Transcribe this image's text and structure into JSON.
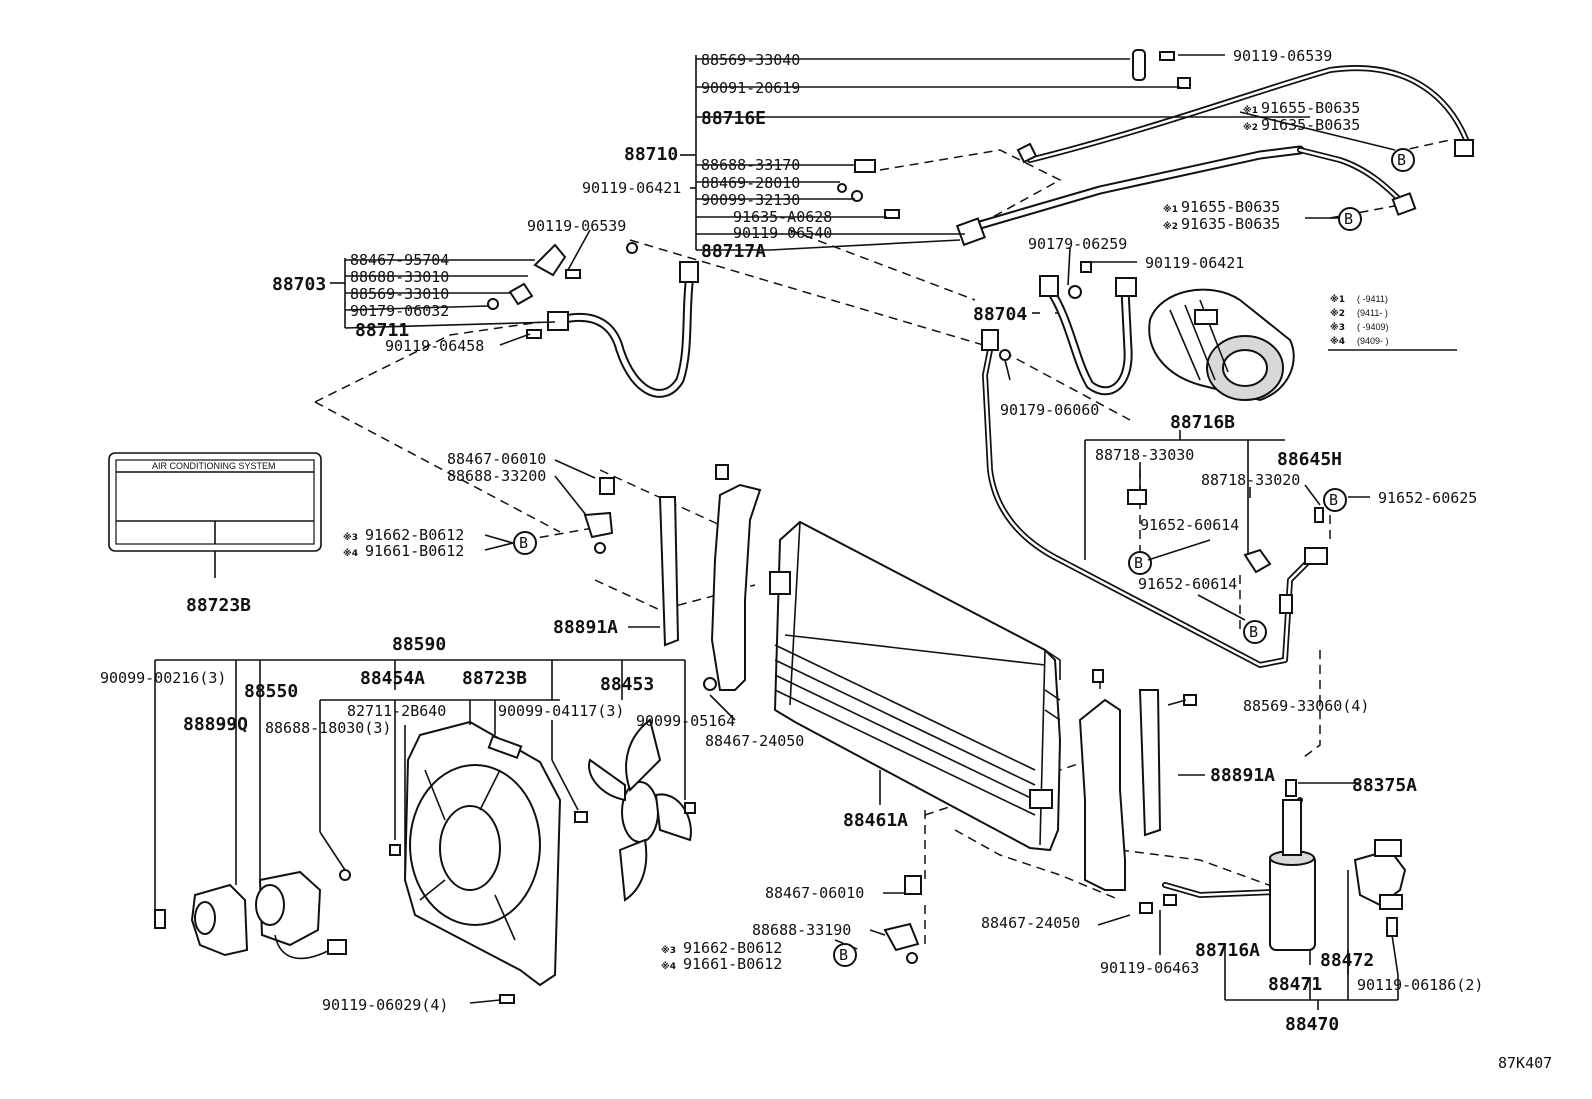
{
  "diagram_code": "87K407",
  "label_title": "AIR CONDITIONING SYSTEM",
  "circle_symbol": "B",
  "refs": {
    "r1": "※1",
    "r2": "※2",
    "r3": "※3",
    "r4": "※4"
  },
  "legend": {
    "rows": [
      {
        "key": "※1",
        "range": "(      -9411)"
      },
      {
        "key": "※2",
        "range": "(9411-      )"
      },
      {
        "key": "※3",
        "range": "(      -9409)"
      },
      {
        "key": "※4",
        "range": "(9409-      )"
      }
    ]
  },
  "parts": {
    "p88569_33040": "88569-33040",
    "p90091_20619": "90091-20619",
    "p88716E": "88716E",
    "p88710": "88710",
    "p88688_33170": "88688-33170",
    "p88469_28010": "88469-28010",
    "p90099_32130": "90099-32130",
    "p91635_A0628": "91635-A0628",
    "p90119_06540": "90119-06540",
    "p88717A": "88717A",
    "p90119_06421_a": "90119-06421",
    "p90119_06539_a": "90119-06539",
    "p90119_06539_b": "90119-06539",
    "p91655_B0635_a": "91655-B0635",
    "p91635_B0635_a": "91635-B0635",
    "p91655_B0635_b": "91655-B0635",
    "p91635_B0635_b": "91635-B0635",
    "p90179_06259": "90179-06259",
    "p90119_06421_b": "90119-06421",
    "p88703": "88703",
    "p88467_95704": "88467-95704",
    "p88688_33010": "88688-33010",
    "p88569_33010": "88569-33010",
    "p90179_06032": "90179-06032",
    "p88711": "88711",
    "p90119_06458": "90119-06458",
    "p88704": "88704",
    "p90179_06060": "90179-06060",
    "p88716B": "88716B",
    "p88718_33030": "88718-33030",
    "p88645H": "88645H",
    "p88718_33020": "88718-33020",
    "p91652_60625": "91652-60625",
    "p91652_60614_a": "91652-60614",
    "p91652_60614_b": "91652-60614",
    "p88467_06010_a": "88467-06010",
    "p88688_33200": "88688-33200",
    "p91662_B0612_a": "91662-B0612",
    "p91661_B0612_a": "91661-B0612",
    "p88723B_a": "88723B",
    "p88891A_a": "88891A",
    "p88590": "88590",
    "p90099_00216": "90099-00216(3)",
    "p88550": "88550",
    "p88454A": "88454A",
    "p88723B_b": "88723B",
    "p88453": "88453",
    "p82711_2B640": "82711-2B640",
    "p90099_04117": "90099-04117(3)",
    "p90099_05164": "90099-05164",
    "p88899Q": "88899Q",
    "p88688_18030": "88688-18030(3)",
    "p88467_24050_a": "88467-24050",
    "p88569_33060": "88569-33060(4)",
    "p88891A_b": "88891A",
    "p88375A": "88375A",
    "p88461A": "88461A",
    "p88467_06010_b": "88467-06010",
    "p88467_24050_b": "88467-24050",
    "p88688_33190": "88688-33190",
    "p91662_B0612_b": "91662-B0612",
    "p91661_B0612_b": "91661-B0612",
    "p90119_06463": "90119-06463",
    "p88716A": "88716A",
    "p88472": "88472",
    "p88471": "88471",
    "p90119_06186": "90119-06186(2)",
    "p88470": "88470",
    "p90119_06029": "90119-06029(4)"
  }
}
